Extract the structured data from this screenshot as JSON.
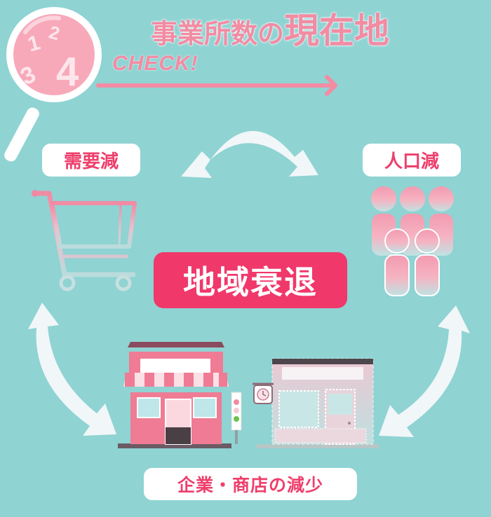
{
  "title": {
    "part1": "事業所数の",
    "part2": "現在地"
  },
  "badge": {
    "digits": [
      "1",
      "2",
      "3",
      "4"
    ],
    "check_text": "CHECK!"
  },
  "labels": {
    "demand": "需要減",
    "population": "人口減",
    "shops": "企業・商店の減少"
  },
  "center": {
    "text": "地域衰退"
  },
  "colors": {
    "background": "#8fd3d3",
    "accent": "#f0386a",
    "pink": "#f28ca3",
    "arrow": "#f1f6f8"
  },
  "icons": [
    "magnifier-icon",
    "shopping-cart-icon",
    "people-group-icon",
    "open-shop-icon",
    "closed-shop-icon",
    "cycle-arrow-icon"
  ]
}
